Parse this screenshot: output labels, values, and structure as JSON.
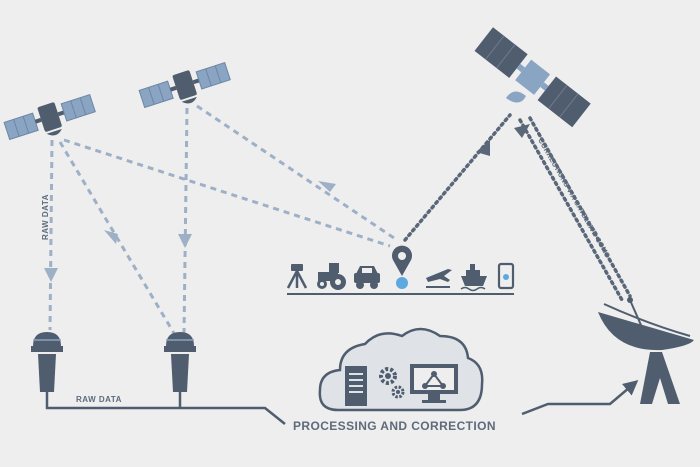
{
  "diagram": {
    "labels": {
      "raw_data_vertical": "RAW DATA",
      "raw_data_horizontal": "RAW DATA",
      "processing": "PROCESSING AND CORRECTION",
      "corrections": "CORRECTIONS VIA SATELLITE COMS"
    },
    "icons": {
      "satellites": [
        "satellite-icon",
        "satellite-icon",
        "communications-satellite-icon"
      ],
      "base_stations": [
        "gnss-receiver-icon",
        "gnss-receiver-icon"
      ],
      "users": [
        "survey-tripod-icon",
        "tractor-icon",
        "car-icon",
        "location-pin-icon",
        "airplane-icon",
        "ship-icon",
        "smartphone-icon"
      ],
      "cloud": [
        "server-icon",
        "gears-icon",
        "monitor-network-icon"
      ],
      "ground_station": "satellite-dish-icon"
    },
    "colors": {
      "background": "#eeeeee",
      "icon_dark": "#4f5d6e",
      "panel_blue": "#8aa4c3",
      "dashed_blue": "#9db0c6",
      "dotted_dark": "#5a6778",
      "pin_blue": "#5ea8e0",
      "cloud_fill": "#dfe3e8",
      "text": "#5d6b7b"
    }
  }
}
